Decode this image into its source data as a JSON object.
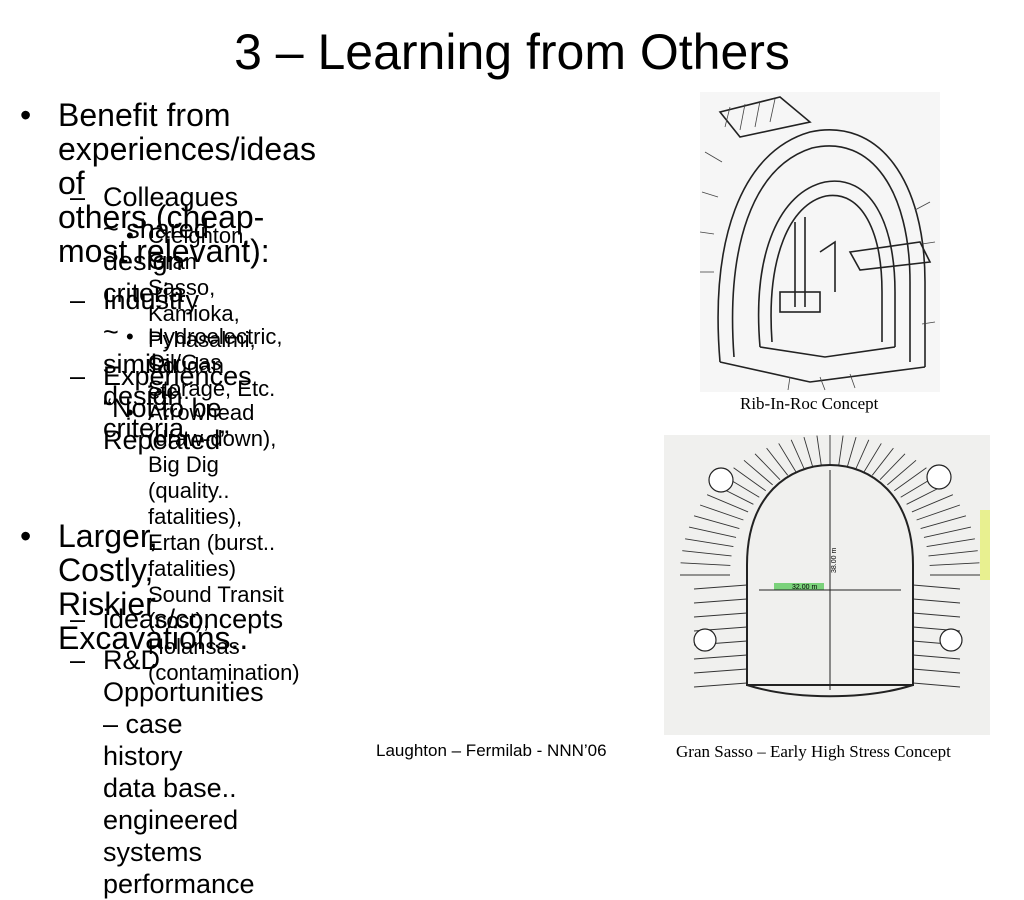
{
  "slide": {
    "title": "3 – Learning from Others",
    "bullets": [
      {
        "level": 1,
        "marker": "•",
        "lines": [
          "Benefit from experiences/ideas of",
          "others (cheap-most relevant):"
        ]
      },
      {
        "level": 2,
        "marker": "–",
        "lines": [
          "Colleagues ~ shared design criteria"
        ]
      },
      {
        "level": 3,
        "marker": "•",
        "lines": [
          "Creighton, Gran Sasso, Kamioka,",
          "Pyhasalmi, Soudan etc.."
        ]
      },
      {
        "level": 2,
        "marker": "–",
        "lines": [
          "Industry ~ similar design criteria"
        ]
      },
      {
        "level": 3,
        "marker": "•",
        "lines": [
          "Hydroelectric, Oil/Gas Storage, Etc."
        ]
      },
      {
        "level": 2,
        "marker": "–",
        "lines": [
          "Experiences “Not to be Repeated”"
        ]
      },
      {
        "level": 3,
        "marker": "•",
        "lines": [
          "Arrowhead (draw-down), Big Dig",
          "(quality.. fatalities), Ertan (burst..",
          "fatalities) Sound Transit (cost), Holansas",
          "(contamination)"
        ]
      },
      {
        "level": 1,
        "marker": "•",
        "lines": [
          "Larger, Costly, Riskier",
          "Excavations.."
        ]
      },
      {
        "level": 2,
        "marker": "–",
        "lines": [
          "ideas/concepts"
        ]
      },
      {
        "level": 2,
        "marker": "–",
        "lines": [
          "R&D Opportunities – case history",
          "data base.. engineered systems",
          "performance"
        ]
      }
    ],
    "figures": {
      "rib_in_roc": {
        "caption": "Rib-In-Roc Concept"
      },
      "gran_sasso": {
        "caption": "Gran Sasso – Early High Stress Concept",
        "dim_width": "32.00 m",
        "dim_height": "38.00 m",
        "highlight_color": "#66cc66"
      }
    },
    "footer": "Laughton – Fermilab - NNN’06"
  }
}
